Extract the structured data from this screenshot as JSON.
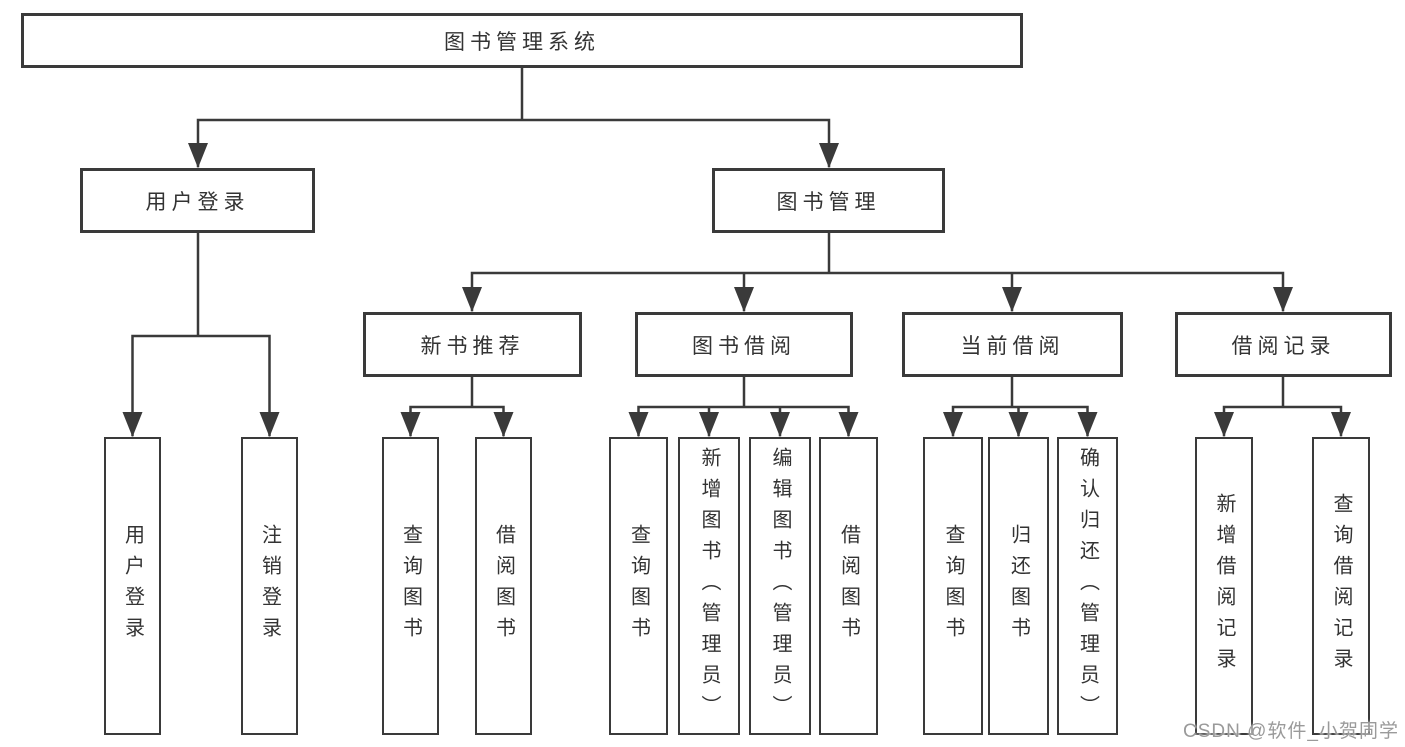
{
  "diagram": {
    "watermark": "CSDN @软件_小贺同学",
    "colors": {
      "background": "#ffffff",
      "line": "#3a3a3a",
      "box_border": "#3a3a3a",
      "box_fill": "#ffffff",
      "text": "#333333",
      "watermark_text": "#9a9a9a"
    },
    "tree": {
      "label": "图书管理系统",
      "children": [
        {
          "label": "用户登录",
          "children": [
            {
              "label": "用户登录"
            },
            {
              "label": "注销登录"
            }
          ]
        },
        {
          "label": "图书管理",
          "children": [
            {
              "label": "新书推荐",
              "children": [
                {
                  "label": "查询图书"
                },
                {
                  "label": "借阅图书"
                }
              ]
            },
            {
              "label": "图书借阅",
              "children": [
                {
                  "label": "查询图书"
                },
                {
                  "label": "新增图书（管理员）"
                },
                {
                  "label": "编辑图书（管理员）"
                },
                {
                  "label": "借阅图书"
                }
              ]
            },
            {
              "label": "当前借阅",
              "children": [
                {
                  "label": "查询图书"
                },
                {
                  "label": "归还图书"
                },
                {
                  "label": "确认归还（管理员）"
                }
              ]
            },
            {
              "label": "借阅记录",
              "children": [
                {
                  "label": "新增借阅记录"
                },
                {
                  "label": "查询借阅记录"
                }
              ]
            }
          ]
        }
      ]
    }
  }
}
